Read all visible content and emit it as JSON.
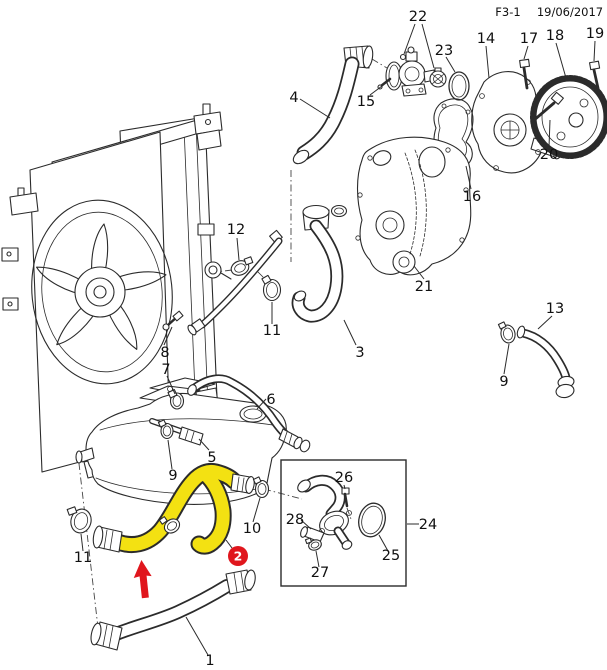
{
  "header": {
    "figure_ref": "F3-1",
    "date": "19/06/2017"
  },
  "diagram": {
    "description": "Engine cooling system exploded parts diagram (radiator, hoses, thermostat, water pump)",
    "highlighted_part": "2",
    "highlight_color": "#f3e112",
    "marker_color": "#e0161d"
  },
  "callouts": {
    "p1": "1",
    "p2": "2",
    "p3": "3",
    "p4": "4",
    "p5": "5",
    "p6": "6",
    "p7": "7",
    "p8": "8",
    "p9_left": "9",
    "p9_right": "9",
    "p10": "10",
    "p11_mid": "11",
    "p11_bottom": "11",
    "p12": "12",
    "p13": "13",
    "p14": "14",
    "p15": "15",
    "p16": "16",
    "p17": "17",
    "p18": "18",
    "p19": "19",
    "p20": "20",
    "p21": "21",
    "p22": "22",
    "p23": "23",
    "p24": "24",
    "p25": "25",
    "p26": "26",
    "p27": "27",
    "p28": "28"
  }
}
